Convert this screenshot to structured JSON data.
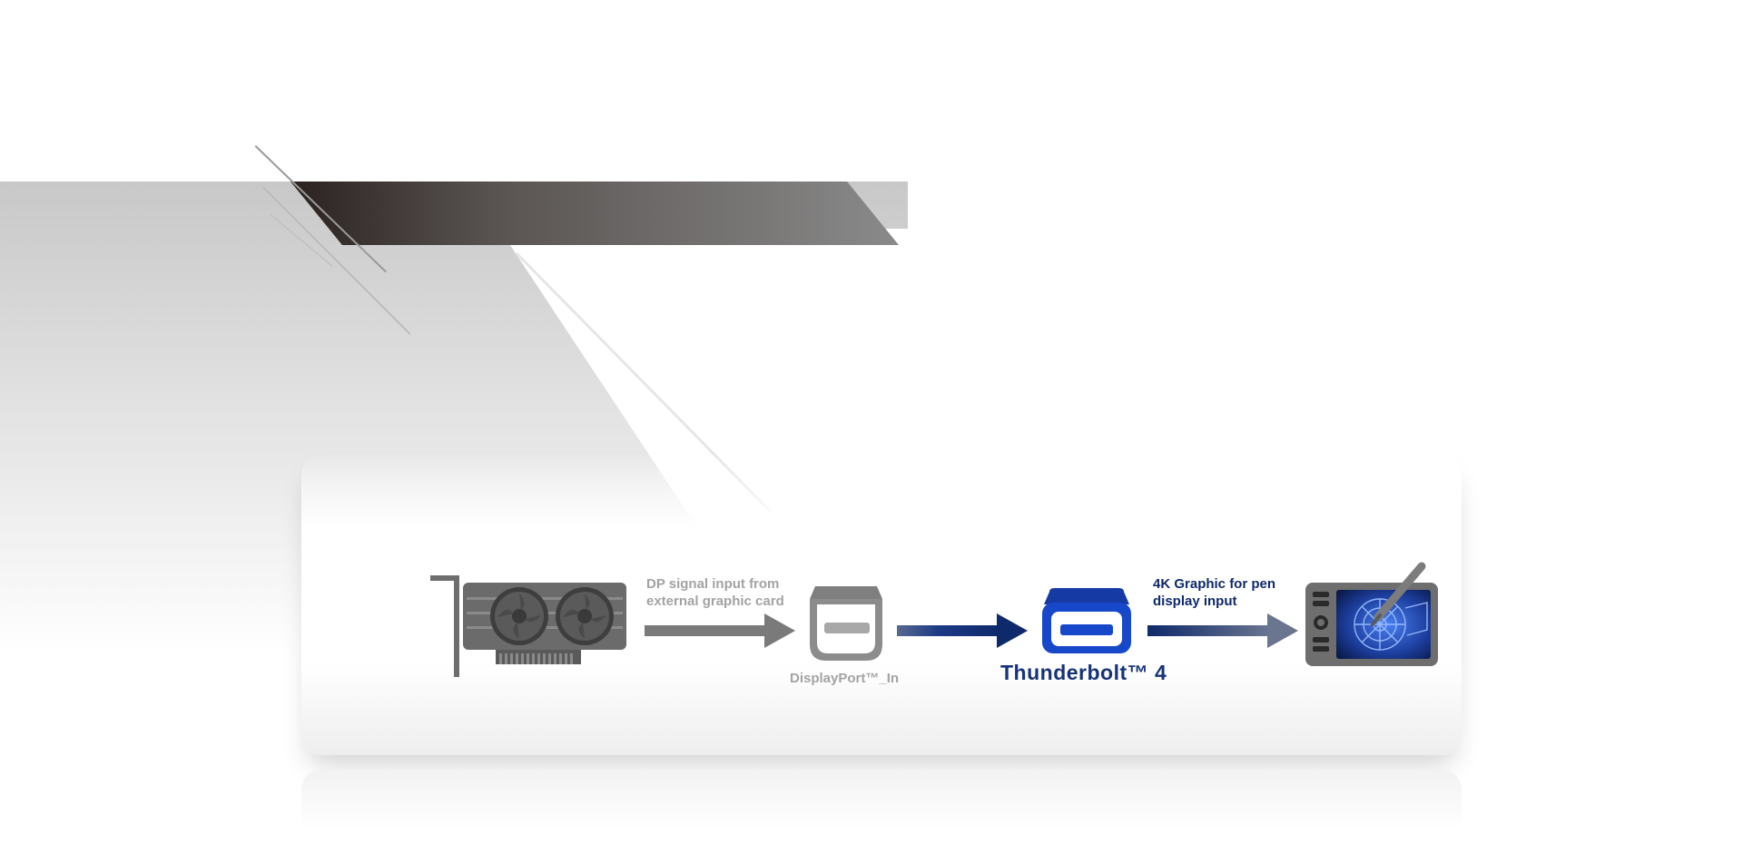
{
  "diagram": {
    "nodes": [
      {
        "id": "graphic-card",
        "icon": "graphics-card-icon"
      },
      {
        "id": "displayport-in",
        "icon": "displayport-icon",
        "label": "DisplayPort™_In"
      },
      {
        "id": "thunderbolt-4",
        "icon": "thunderbolt-port-icon",
        "label": "Thunderbolt™ 4"
      },
      {
        "id": "pen-display",
        "icon": "pen-display-tablet-icon"
      }
    ],
    "edges": [
      {
        "from": "graphic-card",
        "to": "displayport-in",
        "label_line1": "DP signal input from",
        "label_line2": "external graphic card"
      },
      {
        "from": "displayport-in",
        "to": "thunderbolt-4",
        "label_line1": "",
        "label_line2": ""
      },
      {
        "from": "thunderbolt-4",
        "to": "pen-display",
        "label_line1": "4K Graphic for pen",
        "label_line2": "display input"
      }
    ]
  },
  "colors": {
    "gray_arrow": "#7a7a7a",
    "blue_dark": "#0f2a6b",
    "blue_accent": "#1a4fd0",
    "banner_dark": "#2b2220"
  }
}
